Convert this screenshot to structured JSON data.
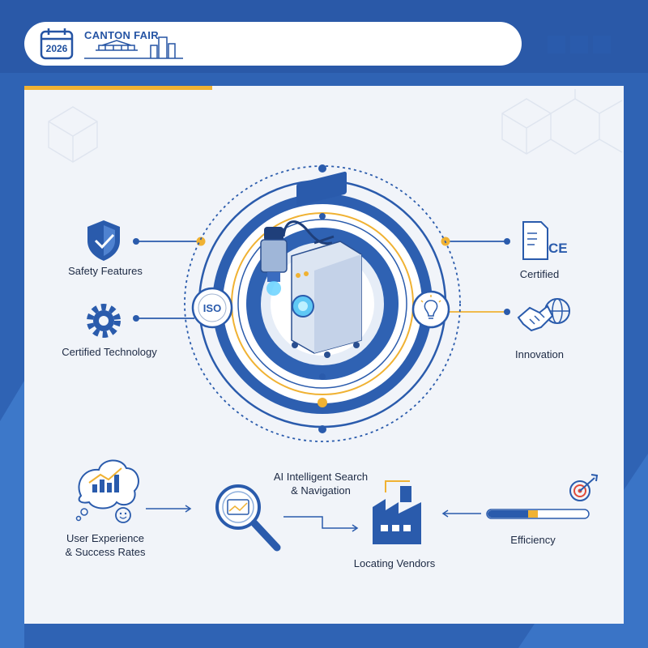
{
  "header": {
    "brand": "CANTON FAIR",
    "year": "2026"
  },
  "features": {
    "safety": "Safety Features",
    "certified_technology": "Certified Technology",
    "certified": "Certified",
    "innovation": "Innovation",
    "iso_badge": "ISO",
    "ce_mark": "CE"
  },
  "process": {
    "user_experience": "User Experience\n& Success Rates",
    "ai_search": "AI Intelligent Search\n& Navigation",
    "locating_vendors": "Locating Vendors",
    "efficiency": "Efficiency"
  },
  "icons": {
    "calendar": "calendar-icon",
    "shield": "shield-check-icon",
    "gear": "gear-icon",
    "document": "certificate-document-icon",
    "handshake": "handshake-globe-icon",
    "lightbulb": "lightbulb-icon",
    "chart": "chart-thought-bubble-icon",
    "magnifier": "magnifier-icon",
    "factory": "factory-icon",
    "target": "target-icon"
  },
  "colors": {
    "brand_blue": "#2a5bac",
    "accent_orange": "#f0b233",
    "panel_bg": "#f1f4f9",
    "text_dark": "#1d2a44"
  }
}
